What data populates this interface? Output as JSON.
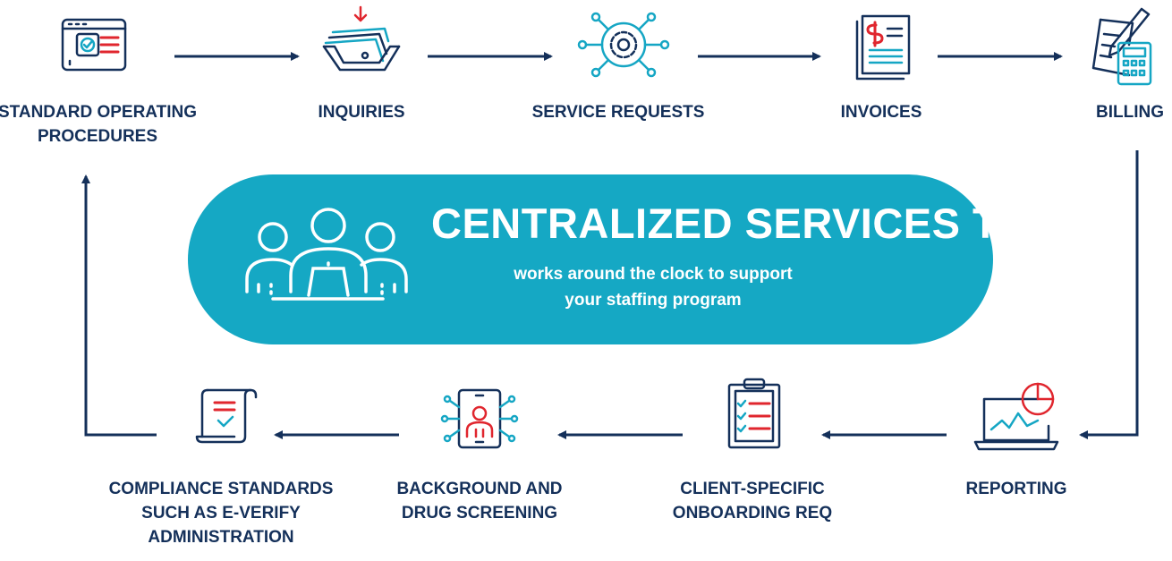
{
  "colors": {
    "navy": "#14305a",
    "accent_red": "#e0262e",
    "teal": "#15a6c4",
    "hub_bg": "#15a8c4",
    "white": "#ffffff"
  },
  "hub": {
    "title": "CENTRALIZED SERVICES TEAM",
    "subtitle_lines": [
      "works around the clock to support",
      "your staffing program"
    ],
    "icon": "team-at-laptop-icon"
  },
  "steps": [
    {
      "id": "sop",
      "icon": "browser-checklist-icon",
      "label_lines": [
        "STANDARD OPERATING",
        "PROCEDURES"
      ]
    },
    {
      "id": "inquiries",
      "icon": "inbox-tray-icon",
      "label_lines": [
        "INQUIRIES"
      ]
    },
    {
      "id": "service-requests",
      "icon": "gear-network-icon",
      "label_lines": [
        "SERVICE REQUESTS"
      ]
    },
    {
      "id": "invoices",
      "icon": "invoice-document-icon",
      "label_lines": [
        "INVOICES"
      ]
    },
    {
      "id": "billing",
      "icon": "billing-calculator-icon",
      "label_lines": [
        "BILLING"
      ]
    },
    {
      "id": "reporting",
      "icon": "laptop-chart-icon",
      "label_lines": [
        "REPORTING"
      ]
    },
    {
      "id": "onboarding",
      "icon": "clipboard-checklist-icon",
      "label_lines": [
        "CLIENT-SPECIFIC",
        "ONBOARDING REQ"
      ]
    },
    {
      "id": "screening",
      "icon": "tablet-person-network-icon",
      "label_lines": [
        "BACKGROUND AND",
        "DRUG SCREENING"
      ]
    },
    {
      "id": "compliance",
      "icon": "scroll-check-icon",
      "label_lines": [
        "COMPLIANCE STANDARDS",
        "SUCH AS E-VERIFY",
        "ADMINISTRATION"
      ]
    }
  ]
}
